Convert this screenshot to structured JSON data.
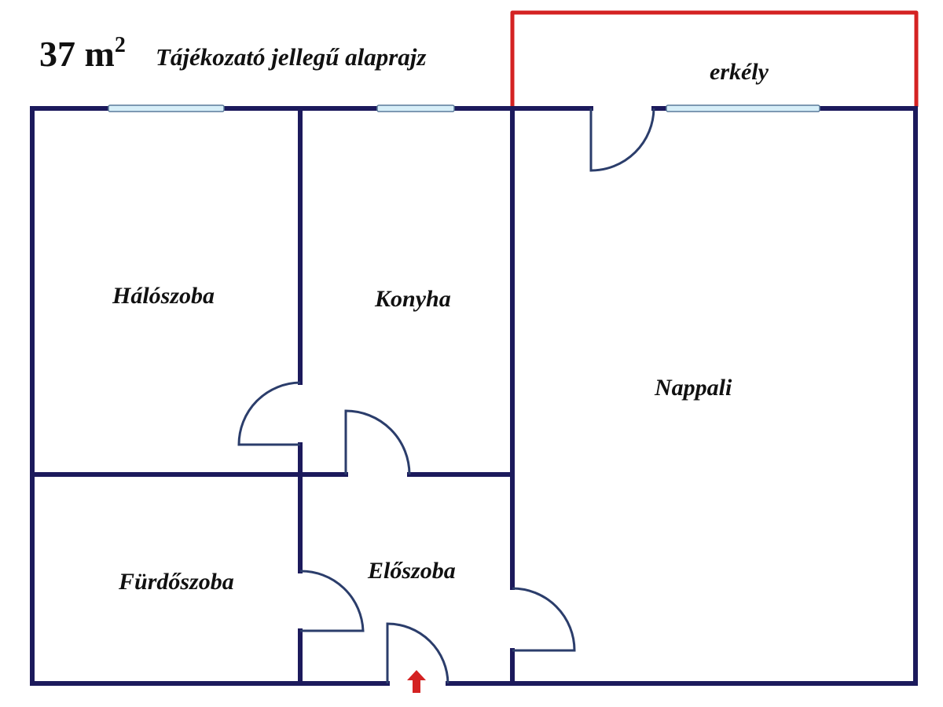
{
  "header": {
    "area_value": "37 m",
    "area_superscript": "2",
    "subtitle": "Tájékozató jellegű alaprajz"
  },
  "rooms": {
    "balcony": "erkély",
    "bedroom": "Hálószoba",
    "kitchen": "Konyha",
    "living_room": "Nappali",
    "bathroom": "Fürdőszoba",
    "hallway": "Előszoba"
  },
  "colors": {
    "wall": "#1c1a5c",
    "door": "#2b3d6b",
    "balcony_outline": "#d42222",
    "window": "#d6eef8",
    "entrance_arrow": "#d42222"
  }
}
